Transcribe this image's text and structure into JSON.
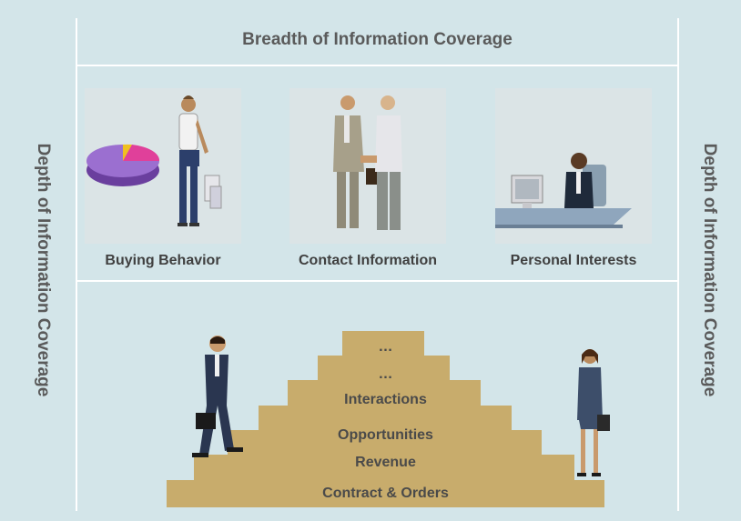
{
  "diagram": {
    "top_title": "Breadth of Information Coverage",
    "left_label": "Depth of Information Coverage",
    "right_label": "Depth of Information Coverage",
    "categories": [
      {
        "label": "Buying Behavior",
        "icon": "pie-chart-shopper-icon"
      },
      {
        "label": "Contact Information",
        "icon": "handshake-icon"
      },
      {
        "label": "Personal Interests",
        "icon": "desk-computer-worker-icon"
      }
    ],
    "staircase": {
      "levels_bottom_to_top": [
        "Contract & Orders",
        "Revenue",
        "Opportunities",
        "Interactions",
        "…",
        "…"
      ]
    },
    "figures": [
      "walking-businessman-icon",
      "standing-businesswoman-icon"
    ]
  }
}
